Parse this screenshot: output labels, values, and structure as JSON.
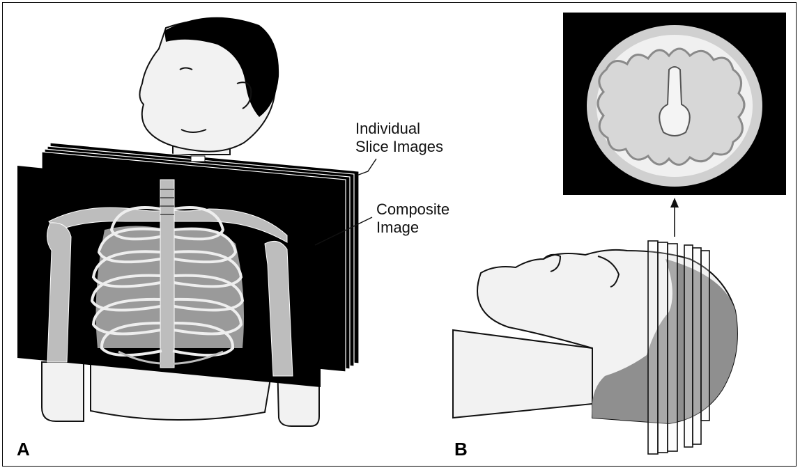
{
  "labels": {
    "individual_slice_line1": "Individual",
    "individual_slice_line2": "Slice Images",
    "composite_line1": "Composite",
    "composite_line2": "Image"
  },
  "panels": {
    "a": "A",
    "b": "B"
  },
  "colors": {
    "background": "#ffffff",
    "image_black": "#000000",
    "skin": "#f2f2f2",
    "bone_gray": "#bdbdbd",
    "soft_tissue_gray": "#9a9a9a",
    "brain_dark": "#8f8f8f"
  }
}
